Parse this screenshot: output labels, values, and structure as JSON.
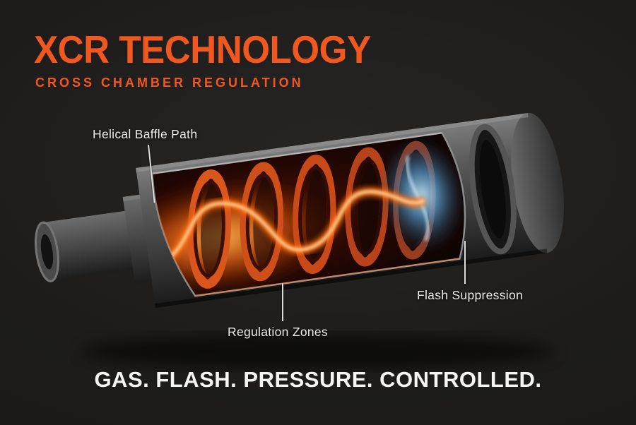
{
  "header": {
    "title": "XCR TECHNOLOGY",
    "subtitle": "CROSS CHAMBER REGULATION"
  },
  "diagram": {
    "labels": [
      {
        "id": "helical-baffle-path",
        "text": "Helical Baffle Path"
      },
      {
        "id": "regulation-zones",
        "text": "Regulation Zones"
      },
      {
        "id": "flash-suppression",
        "text": "Flash Suppression"
      }
    ]
  },
  "footer": {
    "tagline": "GAS. FLASH. PRESSURE. CONTROLLED."
  },
  "colors": {
    "background": "#1b1a19",
    "accent_orange": "#f1581f",
    "label_text": "#ededed",
    "tagline_text": "#f5f5f5",
    "glow_orange": "#ff6a10",
    "glow_blue": "#4f93c2",
    "metal_gray": "#4e4e4e"
  }
}
